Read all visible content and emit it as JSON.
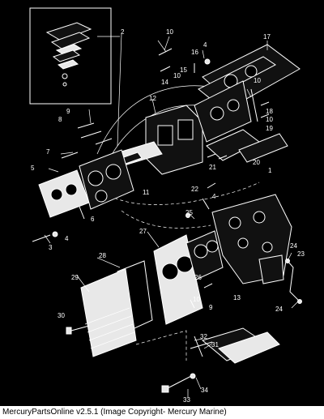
{
  "callouts": [
    "1",
    "2",
    "3",
    "4",
    "5",
    "6",
    "7",
    "8",
    "9",
    "10",
    "11",
    "12",
    "13",
    "14",
    "15",
    "16",
    "17",
    "18",
    "19",
    "20",
    "21",
    "22",
    "23",
    "24",
    "25",
    "26",
    "27",
    "28",
    "29",
    "30",
    "31",
    "32",
    "33",
    "34"
  ],
  "caption": "MercuryPartsOnline v2.5.1 (Image Copyright- Mercury Marine)"
}
